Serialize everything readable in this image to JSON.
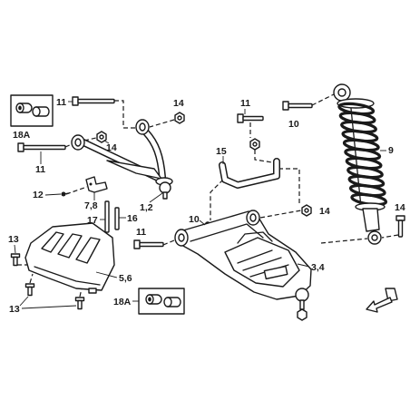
{
  "colors": {
    "ink": "#1a1a1a",
    "background": "#ffffff"
  },
  "callouts": [
    "11",
    "14",
    "18A",
    "11",
    "14",
    "12",
    "7,8",
    "1,2",
    "17",
    "16",
    "11",
    "10",
    "15",
    "10",
    "11",
    "14",
    "3,4",
    "9",
    "14",
    "13",
    "5,6",
    "13",
    "18A"
  ]
}
